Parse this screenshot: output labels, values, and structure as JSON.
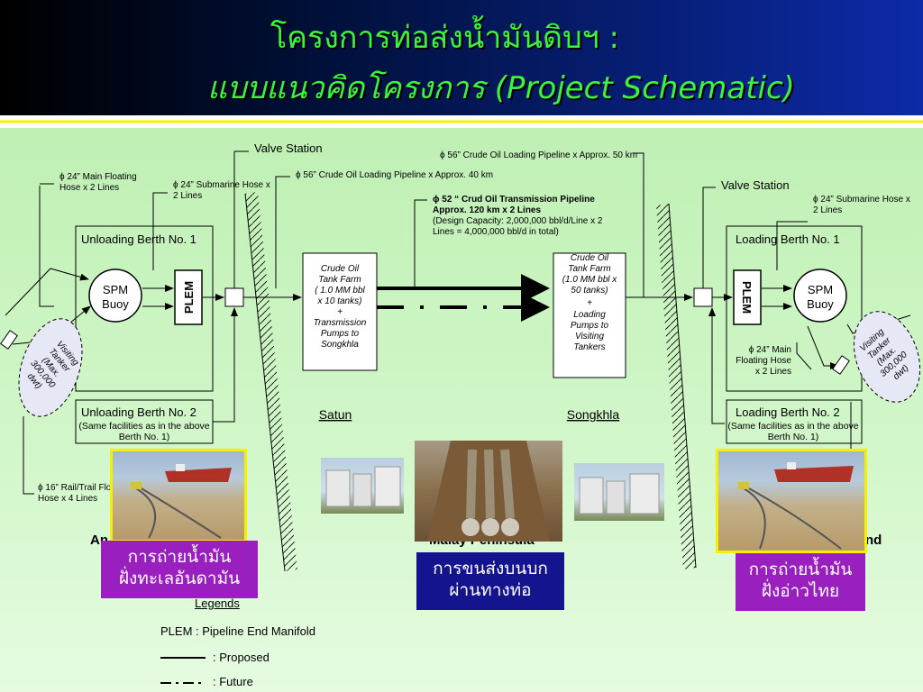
{
  "title": {
    "line1": "โครงการท่อส่งน้ำมันดิบฯ :",
    "line2": "แบบแนวคิดโครงการ (Project Schematic)"
  },
  "labels": {
    "valve_station_left": "Valve Station",
    "valve_station_right": "Valve Station",
    "main_floating_hose_1": "ϕ 24” Main Floating",
    "main_floating_hose_2": "Hose x 2 Lines",
    "submarine_hose_left_1": "ϕ 24” Submarine Hose x",
    "submarine_hose_left_2": "2 Lines",
    "loading_pipeline_40": "ϕ 56” Crude Oil Loading Pipeline x Approx. 40 km",
    "loading_pipeline_50": "ϕ 56” Crude Oil Loading Pipeline x Approx. 50 km",
    "transmission_1": "ϕ 52 “ Crud Oil Transmission Pipeline",
    "transmission_2": "Approx. 120 km x 2 Lines",
    "transmission_3": "(Design Capacity: 2,000,000 bbl/d/Line x 2",
    "transmission_4": "Lines = 4,000,000 bbl/d in total)",
    "submarine_hose_right_1": "ϕ 24” Submarine Hose x",
    "submarine_hose_right_2": "2 Lines",
    "unloading_berth_1": "Unloading Berth No. 1",
    "unloading_berth_2": "Unloading Berth No. 2",
    "unloading_berth_2_note_1": "(Same facilities as in the above",
    "unloading_berth_2_note_2": "Berth No. 1)",
    "loading_berth_1": "Loading Berth No. 1",
    "loading_berth_2": "Loading Berth No. 2",
    "loading_berth_2_note_1": "(Same facilities as in the above",
    "loading_berth_2_note_2": "Berth No. 1)",
    "spm": "SPM",
    "buoy": "Buoy",
    "plem": "PLEM",
    "visiting_tanker": [
      "Visiting",
      "Tanker",
      "(Max.",
      "300,000",
      "dwt)"
    ],
    "tank_farm_satun": [
      "Crude Oil",
      "Tank Farm",
      "( 1.0 MM bbl",
      "x 10 tanks)",
      "+",
      "Transmission",
      "Pumps to",
      "Songkhla"
    ],
    "tank_farm_songkhla": [
      "Crude Oil",
      "Tank Farm",
      "(1.0 MM bbl x",
      "50 tanks)",
      "+",
      "Loading",
      "Pumps to",
      "Visiting",
      "Tankers"
    ],
    "satun": "Satun",
    "songkhla": "Songkhla",
    "main_floating_hose_right_1": "ϕ 24” Main",
    "main_floating_hose_right_2": "Floating Hose",
    "main_floating_hose_right_3": "x 2 Lines",
    "rail_hose_1": "ϕ 16” Rail/Trail Flo",
    "rail_hose_2": "Hose x 4 Lines",
    "andaman_fragment": "An",
    "malay_fragment": "Malay Peninsula",
    "gulf_fragment": "nd"
  },
  "captions": {
    "left_1": "การถ่ายน้ำมัน",
    "left_2": "ฝั่งทะเลอันดามัน",
    "center_1": "การขนส่งบนบก",
    "center_2": "ผ่านทางท่อ",
    "right_1": "การถ่ายน้ำมัน",
    "right_2": "ฝั่งอ่าวไทย"
  },
  "legend": {
    "title": "Legends",
    "plem": "PLEM : Pipeline End Manifold",
    "proposed": ": Proposed",
    "future": ": Future"
  },
  "colors": {
    "caption_purple": "#9a1fbf",
    "caption_blue": "#14148f",
    "photo_border": "#f6f000",
    "title_green": "#3ef23e"
  }
}
